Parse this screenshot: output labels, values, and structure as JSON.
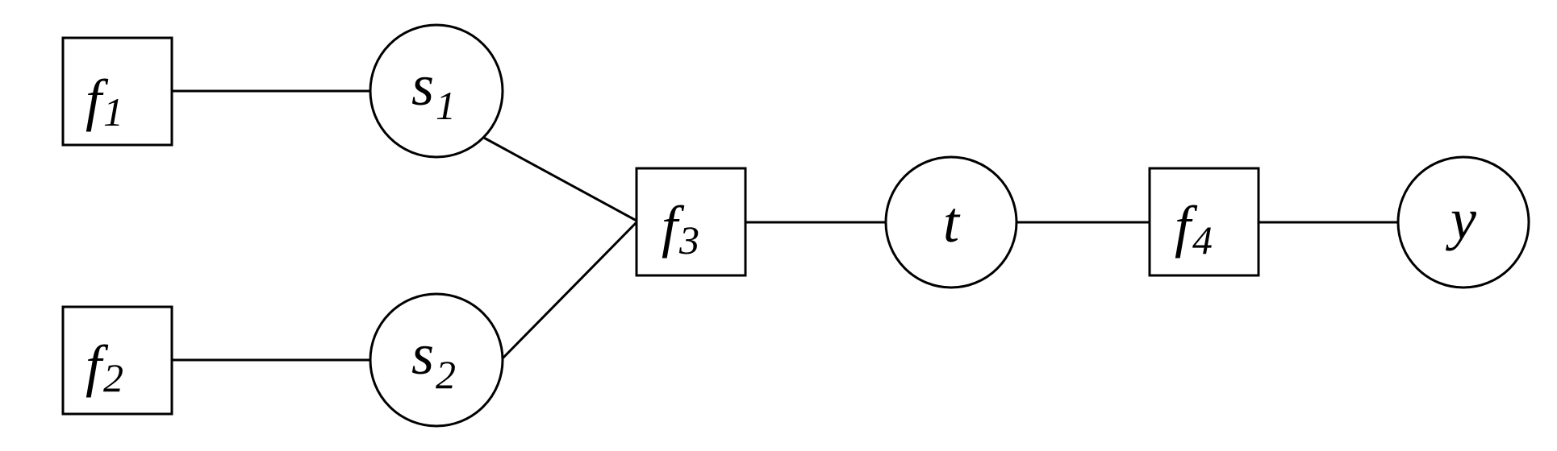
{
  "nodes": [
    {
      "id": "f1",
      "kind": "factor",
      "label": "f",
      "sub": "1"
    },
    {
      "id": "f2",
      "kind": "factor",
      "label": "f",
      "sub": "2"
    },
    {
      "id": "s1",
      "kind": "variable",
      "label": "s",
      "sub": "1"
    },
    {
      "id": "s2",
      "kind": "variable",
      "label": "s",
      "sub": "2"
    },
    {
      "id": "f3",
      "kind": "factor",
      "label": "f",
      "sub": "3"
    },
    {
      "id": "t",
      "kind": "variable",
      "label": "t",
      "sub": ""
    },
    {
      "id": "f4",
      "kind": "factor",
      "label": "f",
      "sub": "4"
    },
    {
      "id": "y",
      "kind": "variable",
      "label": "y",
      "sub": ""
    }
  ],
  "edges": [
    [
      "f1",
      "s1"
    ],
    [
      "f2",
      "s2"
    ],
    [
      "s1",
      "f3"
    ],
    [
      "s2",
      "f3"
    ],
    [
      "f3",
      "t"
    ],
    [
      "t",
      "f4"
    ],
    [
      "f4",
      "y"
    ]
  ]
}
